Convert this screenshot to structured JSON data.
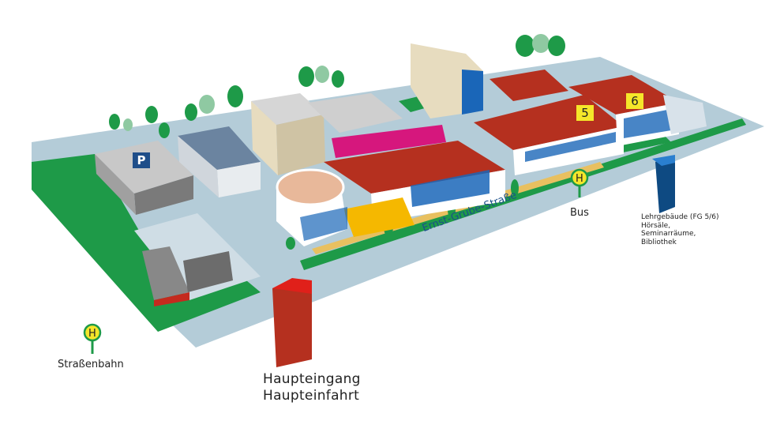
{
  "labels": {
    "main_entrance": [
      "Haupteingang",
      "Haupteinfahrt"
    ],
    "tram_stop": "Straßenbahn",
    "bus_stop": "Bus",
    "street": "Ernst-Grube-Straße",
    "lecture_building": [
      "Lehrgebäude (FG 5/6)",
      "Hörsäle,",
      "Seminarräume,",
      "Bibliothek"
    ],
    "stop_symbol": "H",
    "parking_symbol": "P",
    "building_5": "5",
    "building_6": "6"
  },
  "colors": {
    "ground": "#b4ccd8",
    "grass": "#1e9a48",
    "roof_red": "#b5301f",
    "window_blue": "#1a66b8",
    "plaza_yellow": "#f5b800",
    "magenta": "#d6177d",
    "entrance_marker": "#c42a1e",
    "lecture_marker": "#0e4a82",
    "stop_yellow": "#f5e62a"
  }
}
